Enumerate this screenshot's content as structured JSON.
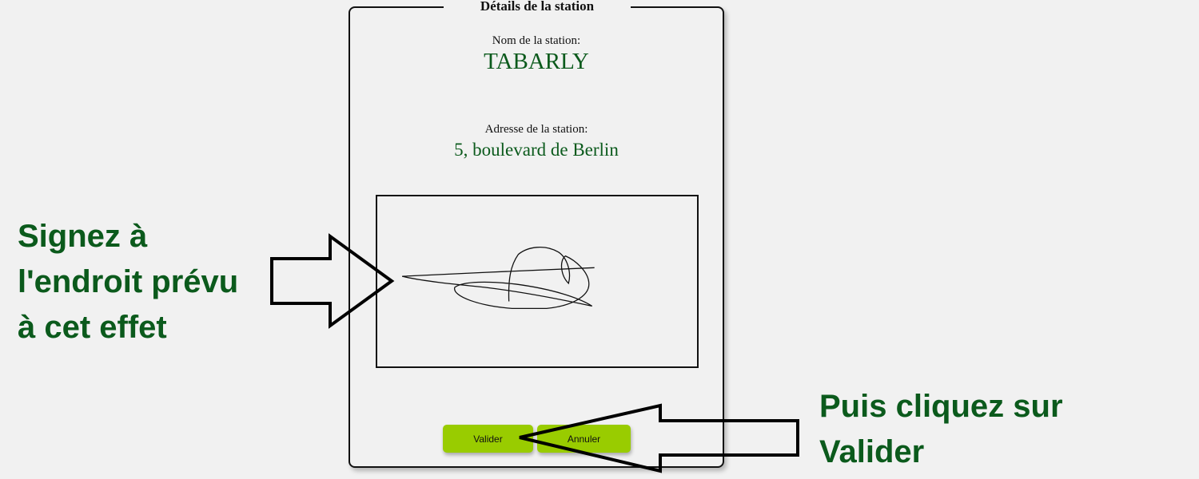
{
  "panel": {
    "title": "Détails de la station",
    "name_label": "Nom de la station:",
    "name_value": "TABARLY",
    "address_label": "Adresse de la station:",
    "address_value": "5, boulevard de Berlin"
  },
  "buttons": {
    "validate_label": "Valider",
    "cancel_label": "Annuler"
  },
  "annotations": {
    "left_line1": "Signez à",
    "left_line2": "l'endroit prévu",
    "left_line3": "à cet effet",
    "right_line1": "Puis cliquez sur",
    "right_line2": "Valider"
  },
  "colors": {
    "accent_green_text": "#0b5a1c",
    "button_green": "#99cc00",
    "background": "#f1f1f1"
  }
}
